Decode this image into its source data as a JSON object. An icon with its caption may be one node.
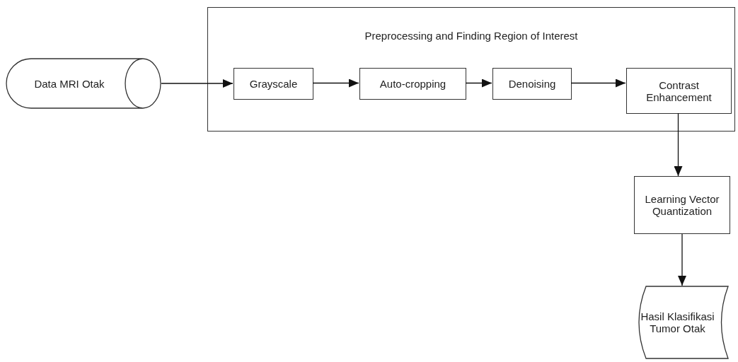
{
  "diagram": {
    "nodes": [
      {
        "text": [
          "Data MRI Otak"
        ]
      },
      {
        "text": [
          "Preprocessing and Finding Region of Interest"
        ]
      },
      {
        "text": [
          "Grayscale"
        ],
        "in": 1
      },
      {
        "text": [
          "Auto-cropping"
        ],
        "in": 1
      },
      {
        "text": [
          "Denoising"
        ],
        "in": 1
      },
      {
        "text": [
          "Contrast Enhancement"
        ],
        "in": 1
      },
      {
        "text": [
          "Learning Vector Quantization"
        ]
      },
      {
        "text": [
          "Hasil Klasifikasi Tumor Otak"
        ]
      }
    ],
    "edges": [
      {
        "from": 0,
        "to": 2,
        "arrow": "to"
      },
      {
        "from": 2,
        "to": 3,
        "arrow": "to"
      },
      {
        "from": 3,
        "to": 4,
        "arrow": "to"
      },
      {
        "from": 4,
        "to": 5,
        "arrow": "to"
      },
      {
        "from": 5,
        "to": 6,
        "arrow": "to"
      },
      {
        "from": 6,
        "to": 7,
        "arrow": "to"
      }
    ]
  }
}
